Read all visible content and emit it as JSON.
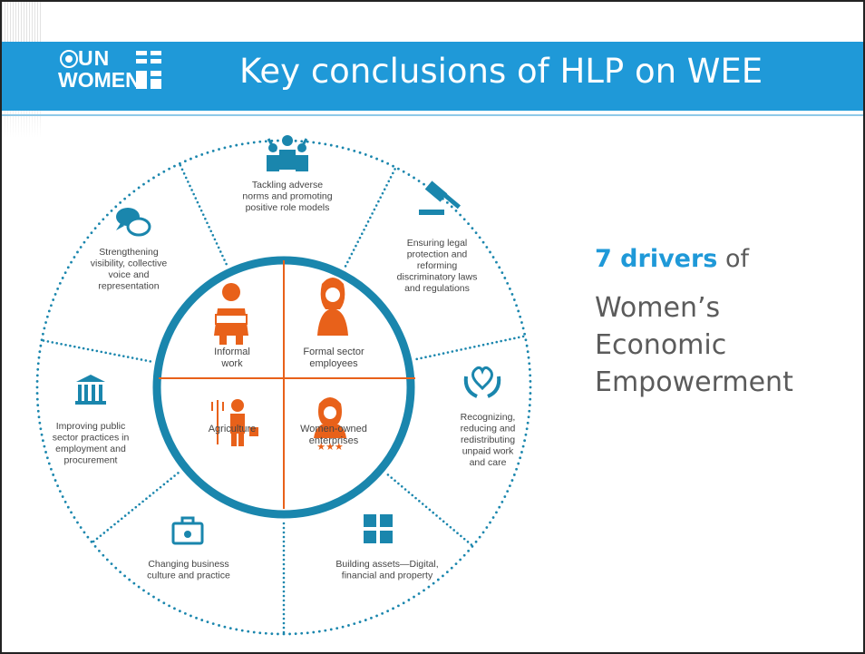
{
  "header": {
    "logo_text": "UN WOMEN",
    "logo_line1": "UN",
    "logo_line2": "WOMEN",
    "title": "Key conclusions of HLP on WEE"
  },
  "colors": {
    "banner": "#1f99d8",
    "ring": "#1a86ad",
    "accent": "#e8611a",
    "dots": "#1a86ad",
    "side_highlight": "#1f99d8"
  },
  "inner": [
    {
      "lines": [
        "Informal",
        "work"
      ],
      "icon": "woman-carrying-basket-icon"
    },
    {
      "lines": [
        "Formal sector",
        "employees"
      ],
      "icon": "woman-professional-icon"
    },
    {
      "lines": [
        "Agriculture"
      ],
      "icon": "farmer-with-pitchfork-icon"
    },
    {
      "lines": [
        "Women-owned",
        "enterprises"
      ],
      "icon": "businesswoman-stars-icon"
    }
  ],
  "drivers": [
    {
      "lines": [
        "Tackling adverse",
        "norms and promoting",
        "positive role models"
      ],
      "icon": "people-group-icon"
    },
    {
      "lines": [
        "Ensuring legal",
        "protection and",
        "reforming",
        "discriminatory laws",
        "and regulations"
      ],
      "icon": "gavel-icon"
    },
    {
      "lines": [
        "Recognizing,",
        "reducing and",
        "redistributing",
        "unpaid work",
        "and care"
      ],
      "icon": "hands-heart-icon"
    },
    {
      "lines": [
        "Building assets—Digital,",
        "financial and property"
      ],
      "icon": "puzzle-pieces-icon"
    },
    {
      "lines": [
        "Changing business",
        "culture and practice"
      ],
      "icon": "briefcase-icon"
    },
    {
      "lines": [
        "Improving public",
        "sector practices in",
        "employment and",
        "procurement"
      ],
      "icon": "government-building-icon"
    },
    {
      "lines": [
        "Strengthening",
        "visibility, collective",
        "voice and",
        "representation"
      ],
      "icon": "speech-bubbles-icon"
    }
  ],
  "side": {
    "highlight": "7 drivers",
    "rest": " of",
    "lines": [
      "Women’s",
      "Economic",
      "Empowerment"
    ]
  }
}
